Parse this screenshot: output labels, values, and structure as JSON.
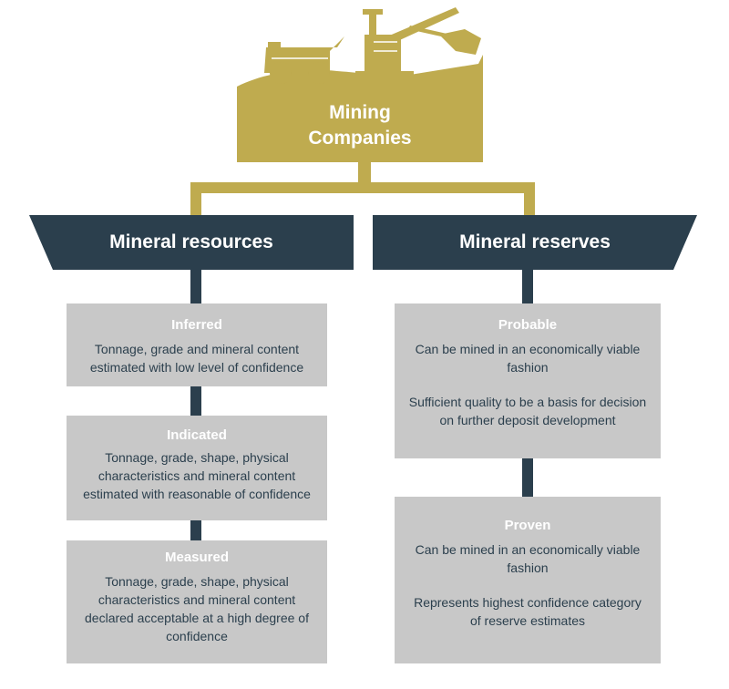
{
  "top": {
    "title_line1": "Mining",
    "title_line2": "Companies"
  },
  "left": {
    "header": "Mineral resources",
    "boxes": [
      {
        "title": "Inferred",
        "text": "Tonnage, grade and mineral content estimated with low level of confidence"
      },
      {
        "title": "Indicated",
        "text": "Tonnage, grade, shape, physical characteristics and mineral content estimated with reasonable of confidence"
      },
      {
        "title": "Measured",
        "text": "Tonnage, grade, shape, physical characteristics and mineral content declared acceptable at a high degree of confidence"
      }
    ]
  },
  "right": {
    "header": "Mineral reserves",
    "boxes": [
      {
        "title": "Probable",
        "text1": "Can be mined in an economically viable fashion",
        "text2": "Sufficient quality to be a basis for decision on further deposit development"
      },
      {
        "title": "Proven",
        "text1": "Can be mined in an economically viable fashion",
        "text2": "Represents highest confidence category of reserve estimates"
      }
    ]
  },
  "colors": {
    "gold": "#bfab4f",
    "navy": "#2b3f4d",
    "box": "#c8c8c8"
  },
  "icons": [
    "haul-truck-icon",
    "excavator-icon"
  ]
}
